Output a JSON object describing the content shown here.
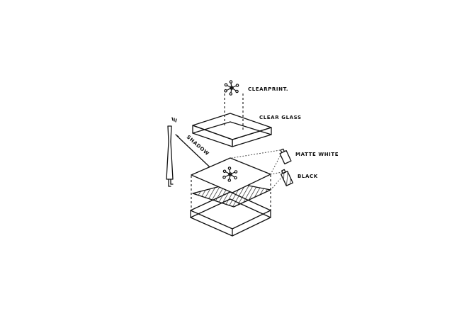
{
  "diagram": {
    "type": "exploded-isometric-sketch",
    "background": "#ffffff",
    "stroke_color": "#111111",
    "labels": {
      "clearprint": "CLEARPRINT.",
      "clearglass": "CLEAR GLASS",
      "shadow": "SHADOW",
      "matte_white": "MATTE WHITE",
      "black": "BLACK"
    },
    "layers": [
      {
        "name": "clearprint",
        "description": "printed flower motif on top"
      },
      {
        "name": "clear-glass",
        "description": "top clear glass box"
      },
      {
        "name": "print-sheet",
        "description": "sheet with flower motif receiving shadow"
      },
      {
        "name": "hatched-sheet",
        "description": "hatched (dark) layer"
      },
      {
        "name": "base-box",
        "description": "bottom box"
      }
    ],
    "finishes": [
      {
        "name": "matte-white",
        "fill": "#ffffff"
      },
      {
        "name": "black",
        "fill": "hatched"
      }
    ]
  }
}
